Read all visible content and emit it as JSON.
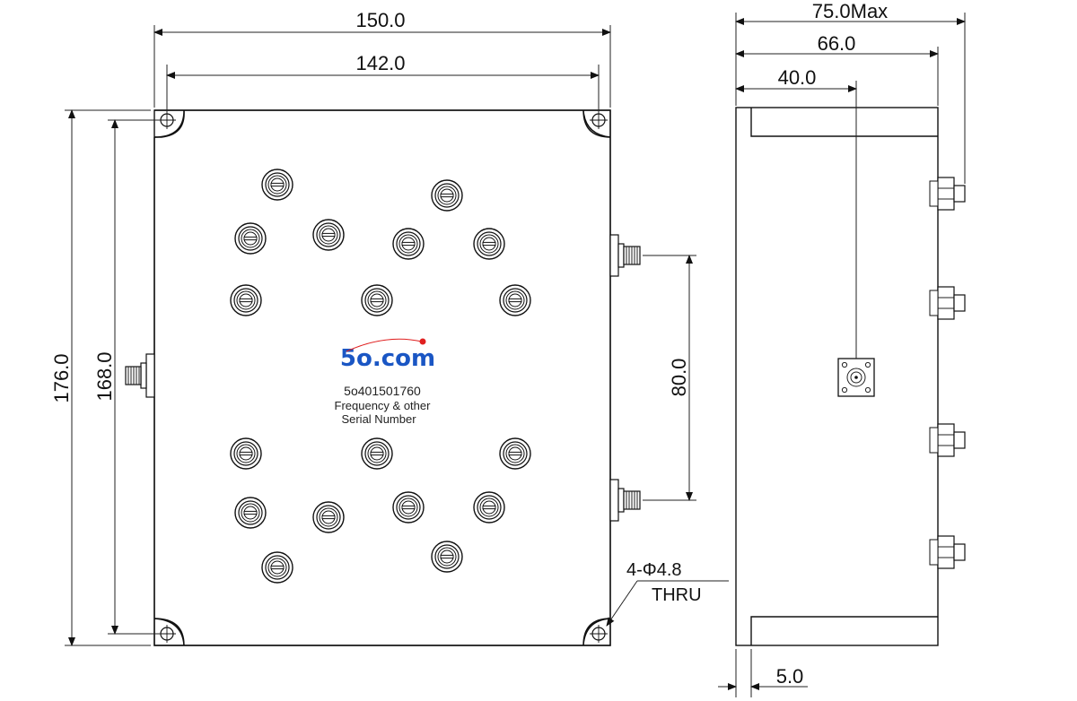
{
  "dimensions": {
    "width_overall": "150.0",
    "width_mount": "142.0",
    "height_overall": "176.0",
    "height_mount": "168.0",
    "port_spacing": "80.0",
    "depth_max": "75.0Max",
    "depth_body": "66.0",
    "depth_connector": "40.0",
    "flange": "5.0"
  },
  "holes": {
    "spec": "4-Φ4.8",
    "type": "THRU"
  },
  "label": {
    "logo": "5o.com",
    "part_number": "5o401501760",
    "line2": "Frequency & other",
    "line3": "Serial Number"
  }
}
